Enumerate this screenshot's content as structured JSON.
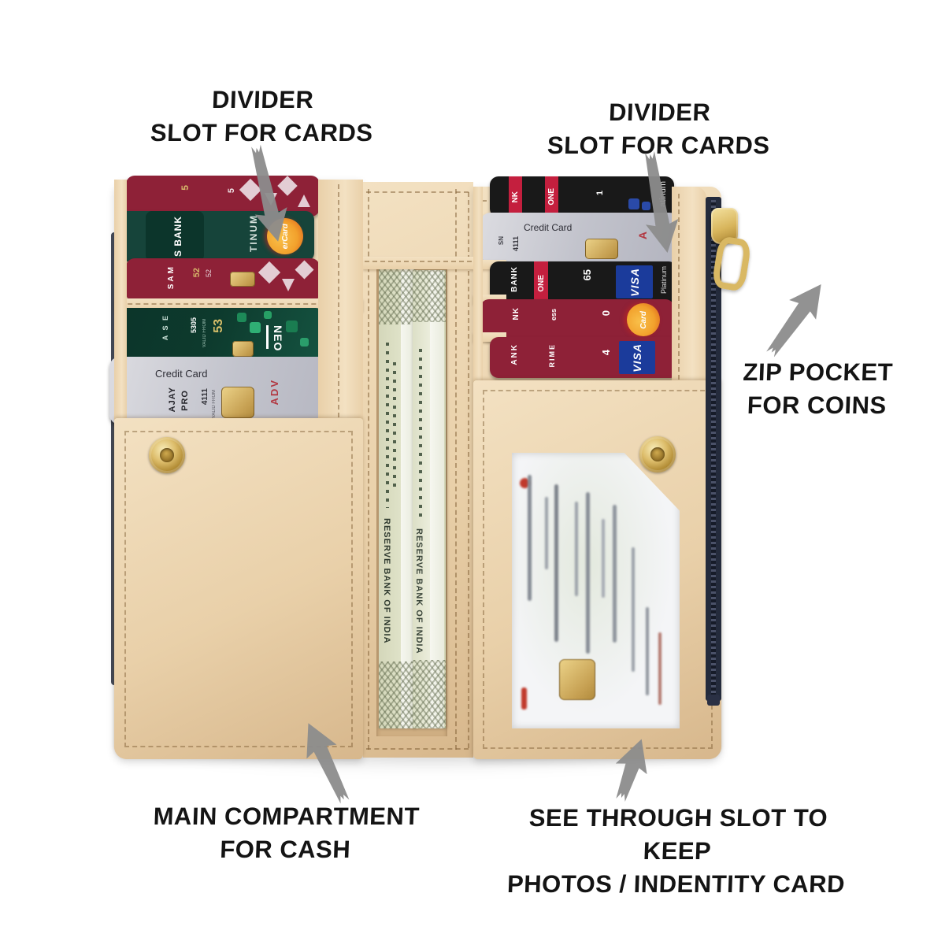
{
  "annotations": {
    "divider_left": {
      "lines": [
        "DIVIDER",
        "SLOT FOR CARDS"
      ]
    },
    "divider_right": {
      "lines": [
        "DIVIDER",
        "SLOT FOR CARDS"
      ]
    },
    "zip_pocket": {
      "lines": [
        "ZIP POCKET",
        "FOR COINS"
      ]
    },
    "main_compartment": {
      "lines": [
        "MAIN COMPARTMENT",
        "FOR CASH"
      ]
    },
    "see_through": {
      "lines": [
        "SEE THROUGH SLOT TO KEEP",
        "PHOTOS / INDENTITY CARD"
      ]
    }
  },
  "wallet": {
    "left_panel": {
      "cards": [
        {
          "id": "maroon-pattern-top",
          "digit_a": "5",
          "digit_b": "5"
        },
        {
          "id": "teal-mastercard",
          "bank": "S BANK",
          "platinum": "TINUM",
          "brand": "erCard"
        },
        {
          "id": "maroon-pattern-mid",
          "name": "SAM",
          "digit_a": "52",
          "digit_b": "52"
        },
        {
          "id": "green-neo",
          "brand": "NEO",
          "number": "5305",
          "digits": "53",
          "valid": "VALID FROM",
          "letters": "A S E"
        },
        {
          "id": "silver-credit",
          "label": "Credit Card",
          "number": "4111",
          "valid": "VALID FROM",
          "name_a": "AJAY",
          "name_b": "PRO",
          "red": "ADV"
        }
      ]
    },
    "right_panel": {
      "cards": [
        {
          "id": "black-platinum",
          "bank": "NK",
          "stripe": "ONE",
          "platinum": "atinum",
          "digit": "1"
        },
        {
          "id": "silver-credit",
          "label": "Credit Card",
          "number": "4111",
          "red": "A",
          "small": "SN"
        },
        {
          "id": "black-visa",
          "bank": "BANK",
          "stripe": "ONE",
          "digits": "65",
          "brand": "VISA",
          "platinum": "Platinum"
        },
        {
          "id": "maroon-mastercard",
          "bank": "NK",
          "stripe": "ess",
          "digit": "0",
          "brand": "Card"
        },
        {
          "id": "maroon-visa",
          "bank": "ANK",
          "stripe": "RIME",
          "digit": "4",
          "brand": "VISA"
        }
      ]
    },
    "cash": {
      "notes": [
        {
          "text": "RESERVE BANK OF INDIA"
        },
        {
          "text": "RESERVE BANK OF INDIA"
        }
      ]
    }
  },
  "colors": {
    "leather": "#e9d0a9",
    "leather_light": "#f3e1c2",
    "leather_shadow": "#d7b78c",
    "maroon_card": "#8e2137",
    "teal_card": "#16443a",
    "green_card": "#0d3a2d",
    "black_card": "#191919",
    "red_stripe": "#c41f3e",
    "visa_blue": "#1b3b9b",
    "mc_orange": "#f2a12c",
    "gold": "#c9a553",
    "zipper_navy": "#242b3c",
    "arrow_gray": "#8c8c8c",
    "label_text": "#141414",
    "note_green": "#d5d8bc"
  }
}
